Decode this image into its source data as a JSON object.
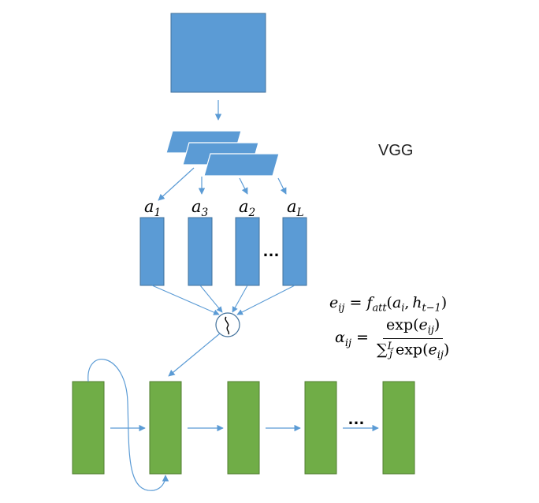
{
  "labels": {
    "vgg": "VGG",
    "features": [
      {
        "base": "a",
        "sub": "1"
      },
      {
        "base": "a",
        "sub": "3"
      },
      {
        "base": "a",
        "sub": "2"
      },
      {
        "base": "a",
        "sub": "L"
      }
    ],
    "dots": "…"
  },
  "formulas": {
    "e": {
      "lhs": "e",
      "lhs_sub": "ij",
      "eq": "=",
      "f": "f",
      "f_sub": "att",
      "args_open": "(",
      "arg1": "a",
      "arg1_sub": "i",
      "comma": ",",
      "arg2": "h",
      "arg2_sub": "t−1",
      "args_close": ")"
    },
    "alpha": {
      "lhs": "α",
      "lhs_sub": "ij",
      "eq": "=",
      "num_fn": "exp",
      "num_open": "(",
      "num_var": "e",
      "num_sub": "ij",
      "num_close": ")",
      "den_sum": "∑",
      "den_sum_sup": "L",
      "den_sum_sub": "j",
      "den_fn": "exp",
      "den_open": "(",
      "den_var": "e",
      "den_sub": "ij",
      "den_close": ")"
    }
  },
  "colors": {
    "blue_fill": "#5B9BD5",
    "blue_stroke": "#41719C",
    "green_fill": "#70AD47",
    "green_stroke": "#507E32",
    "arrow": "#5B9BD5"
  }
}
